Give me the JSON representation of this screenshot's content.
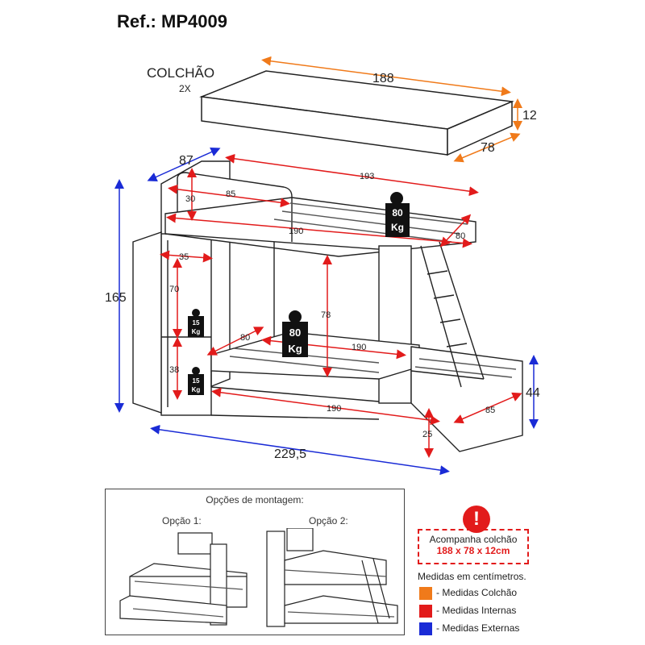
{
  "title": "Ref.: MP4009",
  "mattress": {
    "label": "COLCHÃO",
    "quantity": "2X"
  },
  "dimensions": {
    "mattress_length": "188",
    "mattress_height": "12",
    "mattress_width": "78",
    "depth": "87",
    "top_length": "193",
    "guard_length": "85",
    "guard_height": "30",
    "top_bed": "190",
    "top_width": "80",
    "cabinet_width": "35",
    "shelf_height": "70",
    "shelf_height_2": "38",
    "clearance": "78",
    "bottom_width": "80",
    "bottom_bed": "190",
    "total_height": "165",
    "trundle_length": "190",
    "trundle_width": "85",
    "trundle_height": "44",
    "trundle_gap": "25",
    "total_length": "229,5"
  },
  "loads": {
    "top": {
      "value": "80",
      "unit": "Kg"
    },
    "bottom": {
      "value": "80",
      "unit": "Kg"
    },
    "shelf_top": {
      "value": "15",
      "unit": "Kg"
    },
    "shelf_bottom": {
      "value": "15",
      "unit": "Kg"
    }
  },
  "assembly": {
    "title": "Opções de montagem:",
    "option1": "Opção 1:",
    "option2": "Opção 2:"
  },
  "notice": {
    "line1": "Acompanha colchão",
    "line2": "188 x 78 x 12cm"
  },
  "units_note": "Medidas em centímetros.",
  "legend": [
    {
      "label": "- Medidas Colchão",
      "color": "#f07a1a"
    },
    {
      "label": "- Medidas Internas",
      "color": "#e21b1b"
    },
    {
      "label": "- Medidas Externas",
      "color": "#1a2bd6"
    }
  ],
  "colors": {
    "orange": "#f07a1a",
    "red": "#e21b1b",
    "blue": "#1a2bd6"
  }
}
